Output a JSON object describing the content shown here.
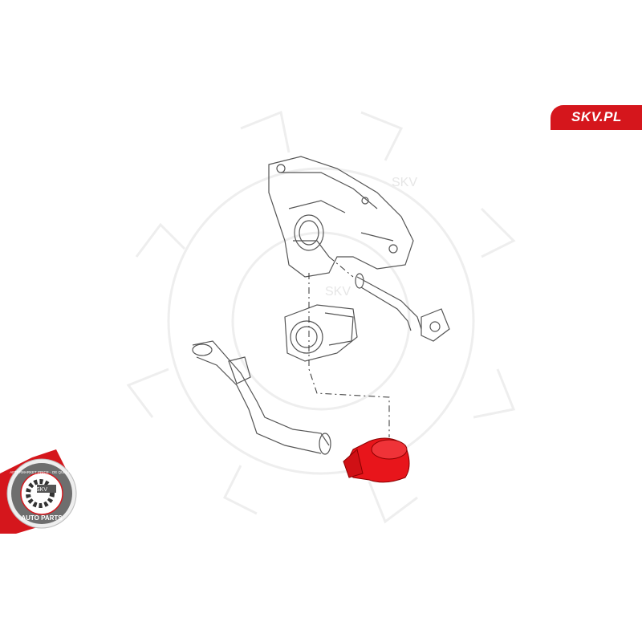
{
  "brand": {
    "label": "SKV.PL",
    "color": "#d5161c"
  },
  "badge": {
    "top_text": "AFTERMARKET PRICE · OE QUALITY",
    "bottom_text": "AUTO PARTS",
    "center_text": "SKV"
  },
  "watermark": {
    "text": "SKV"
  },
  "highlight_color": "#e8151b"
}
